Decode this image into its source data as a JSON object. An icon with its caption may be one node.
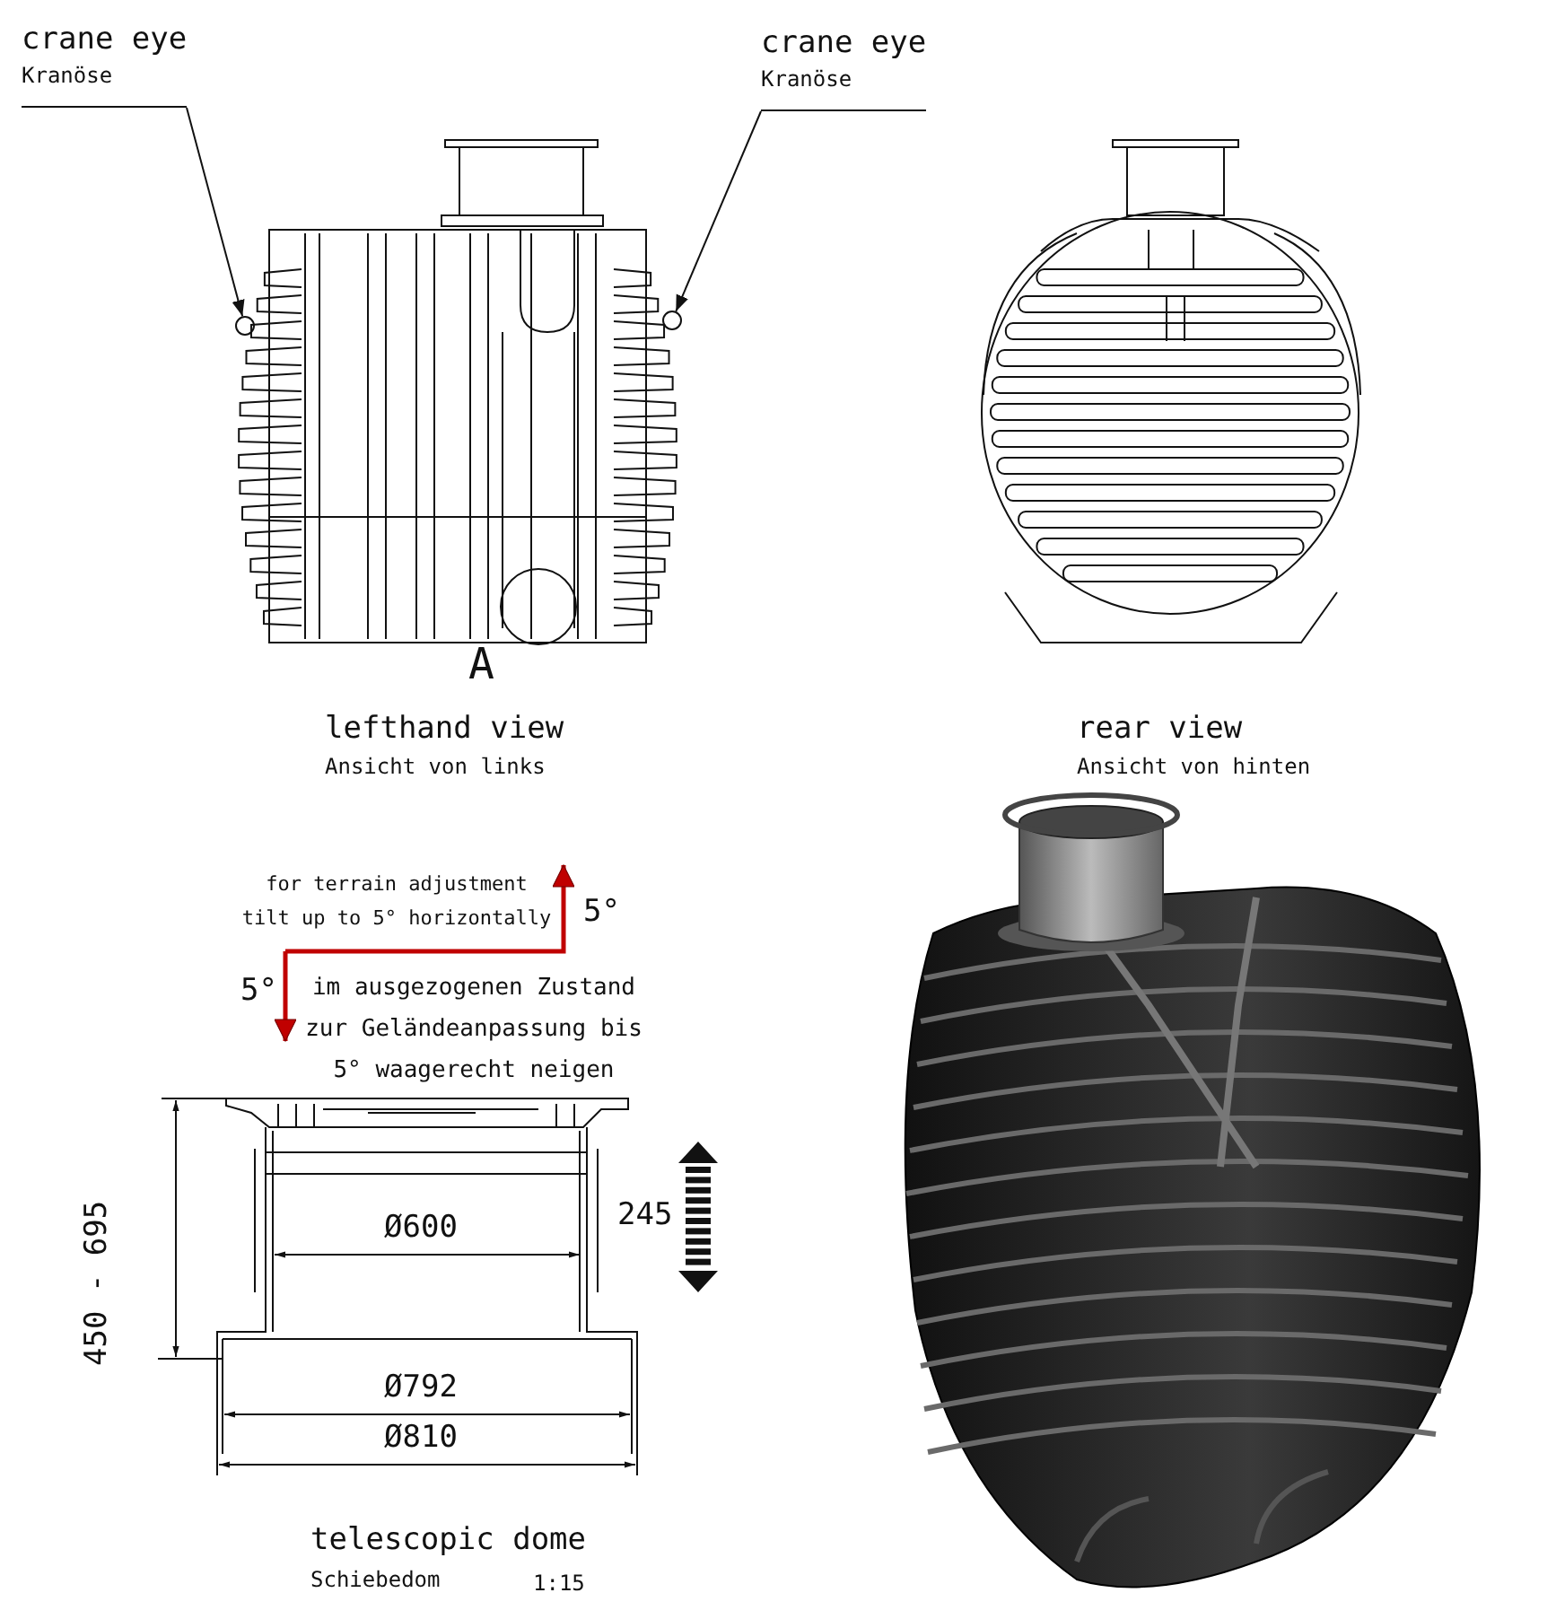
{
  "diagram": {
    "nodes": [
      {
        "text": [
          "crane eye",
          "Kranöse"
        ]
      },
      {
        "text": [
          "crane eye",
          "Kranöse"
        ]
      },
      {
        "text": [],
        "shape": "circle"
      },
      {
        "text": [],
        "shape": "circle"
      }
    ],
    "edges": [
      {
        "from": 0,
        "to": 2,
        "arrow": "to"
      },
      {
        "from": 1,
        "to": 3,
        "arrow": "to"
      }
    ],
    "labels": [
      "A",
      "lefthand view",
      "Ansicht von links",
      "rear view",
      "Ansicht von hinten",
      "for terrain adjustment tilt up to 5° horizontally",
      "5°",
      "5°",
      "im ausgezogenen Zustand zur Geländeanpassung bis 5° waagerecht neigen",
      "450 - 695",
      "245",
      "Ø600",
      "Ø792",
      "Ø810",
      "telescopic dome",
      "Schiebedom",
      "1:15"
    ]
  }
}
